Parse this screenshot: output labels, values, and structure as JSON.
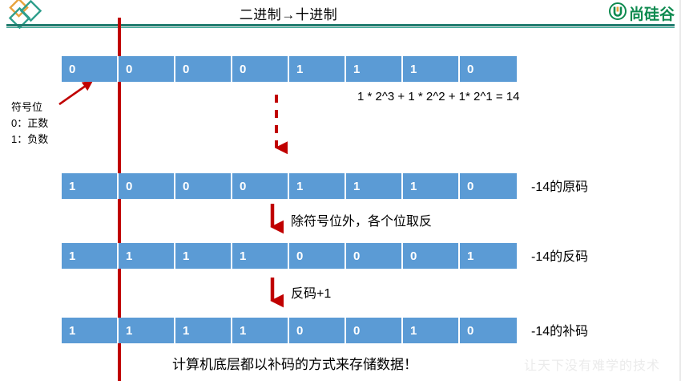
{
  "header": {
    "title": "二进制→十进制",
    "brand_text": "尚硅谷",
    "brand_icon": "u-circle-logo-icon",
    "diamond_logo_icon": "diamonds-logo-icon",
    "rule_color": "#1F7A6C",
    "brand_color": "#0E8A4F"
  },
  "colors": {
    "bit_cell_bg": "#5B9BD5",
    "bit_cell_text": "#FFFFFF",
    "accent_red": "#C00000",
    "teal": "#1F7A6C",
    "watermark": "#EBEBEB"
  },
  "divider": {
    "name": "sign-bit-divider-line",
    "color": "#C00000"
  },
  "rows": [
    {
      "id": "row-value-14",
      "bits": [
        "0",
        "0",
        "0",
        "0",
        "1",
        "1",
        "1",
        "0"
      ],
      "label": ""
    },
    {
      "id": "row-original-code",
      "bits": [
        "1",
        "0",
        "0",
        "0",
        "1",
        "1",
        "1",
        "0"
      ],
      "label": "-14的原码"
    },
    {
      "id": "row-inverse-code",
      "bits": [
        "1",
        "1",
        "1",
        "1",
        "0",
        "0",
        "0",
        "1"
      ],
      "label": "-14的反码"
    },
    {
      "id": "row-complement-code",
      "bits": [
        "1",
        "1",
        "1",
        "1",
        "0",
        "0",
        "1",
        "0"
      ],
      "label": "-14的补码"
    }
  ],
  "annotations": {
    "sign_bit_title": "符号位",
    "sign_bit_positive": "0：正数",
    "sign_bit_negative": "1：负数",
    "formula": "1 * 2^3 + 1 * 2^2 + 1* 2^1 = 14",
    "step_invert": "除符号位外，各个位取反",
    "step_plus_one": "反码+1",
    "bottom_note": "计算机底层都以补码的方式来存储数据！",
    "watermark": "让天下没有难学的技术"
  },
  "icons": {
    "sign_arrow": "arrow-up-right-icon",
    "dashed_arrow": "arrow-down-dashed-icon",
    "solid_arrow_1": "arrow-down-icon",
    "solid_arrow_2": "arrow-down-icon"
  }
}
